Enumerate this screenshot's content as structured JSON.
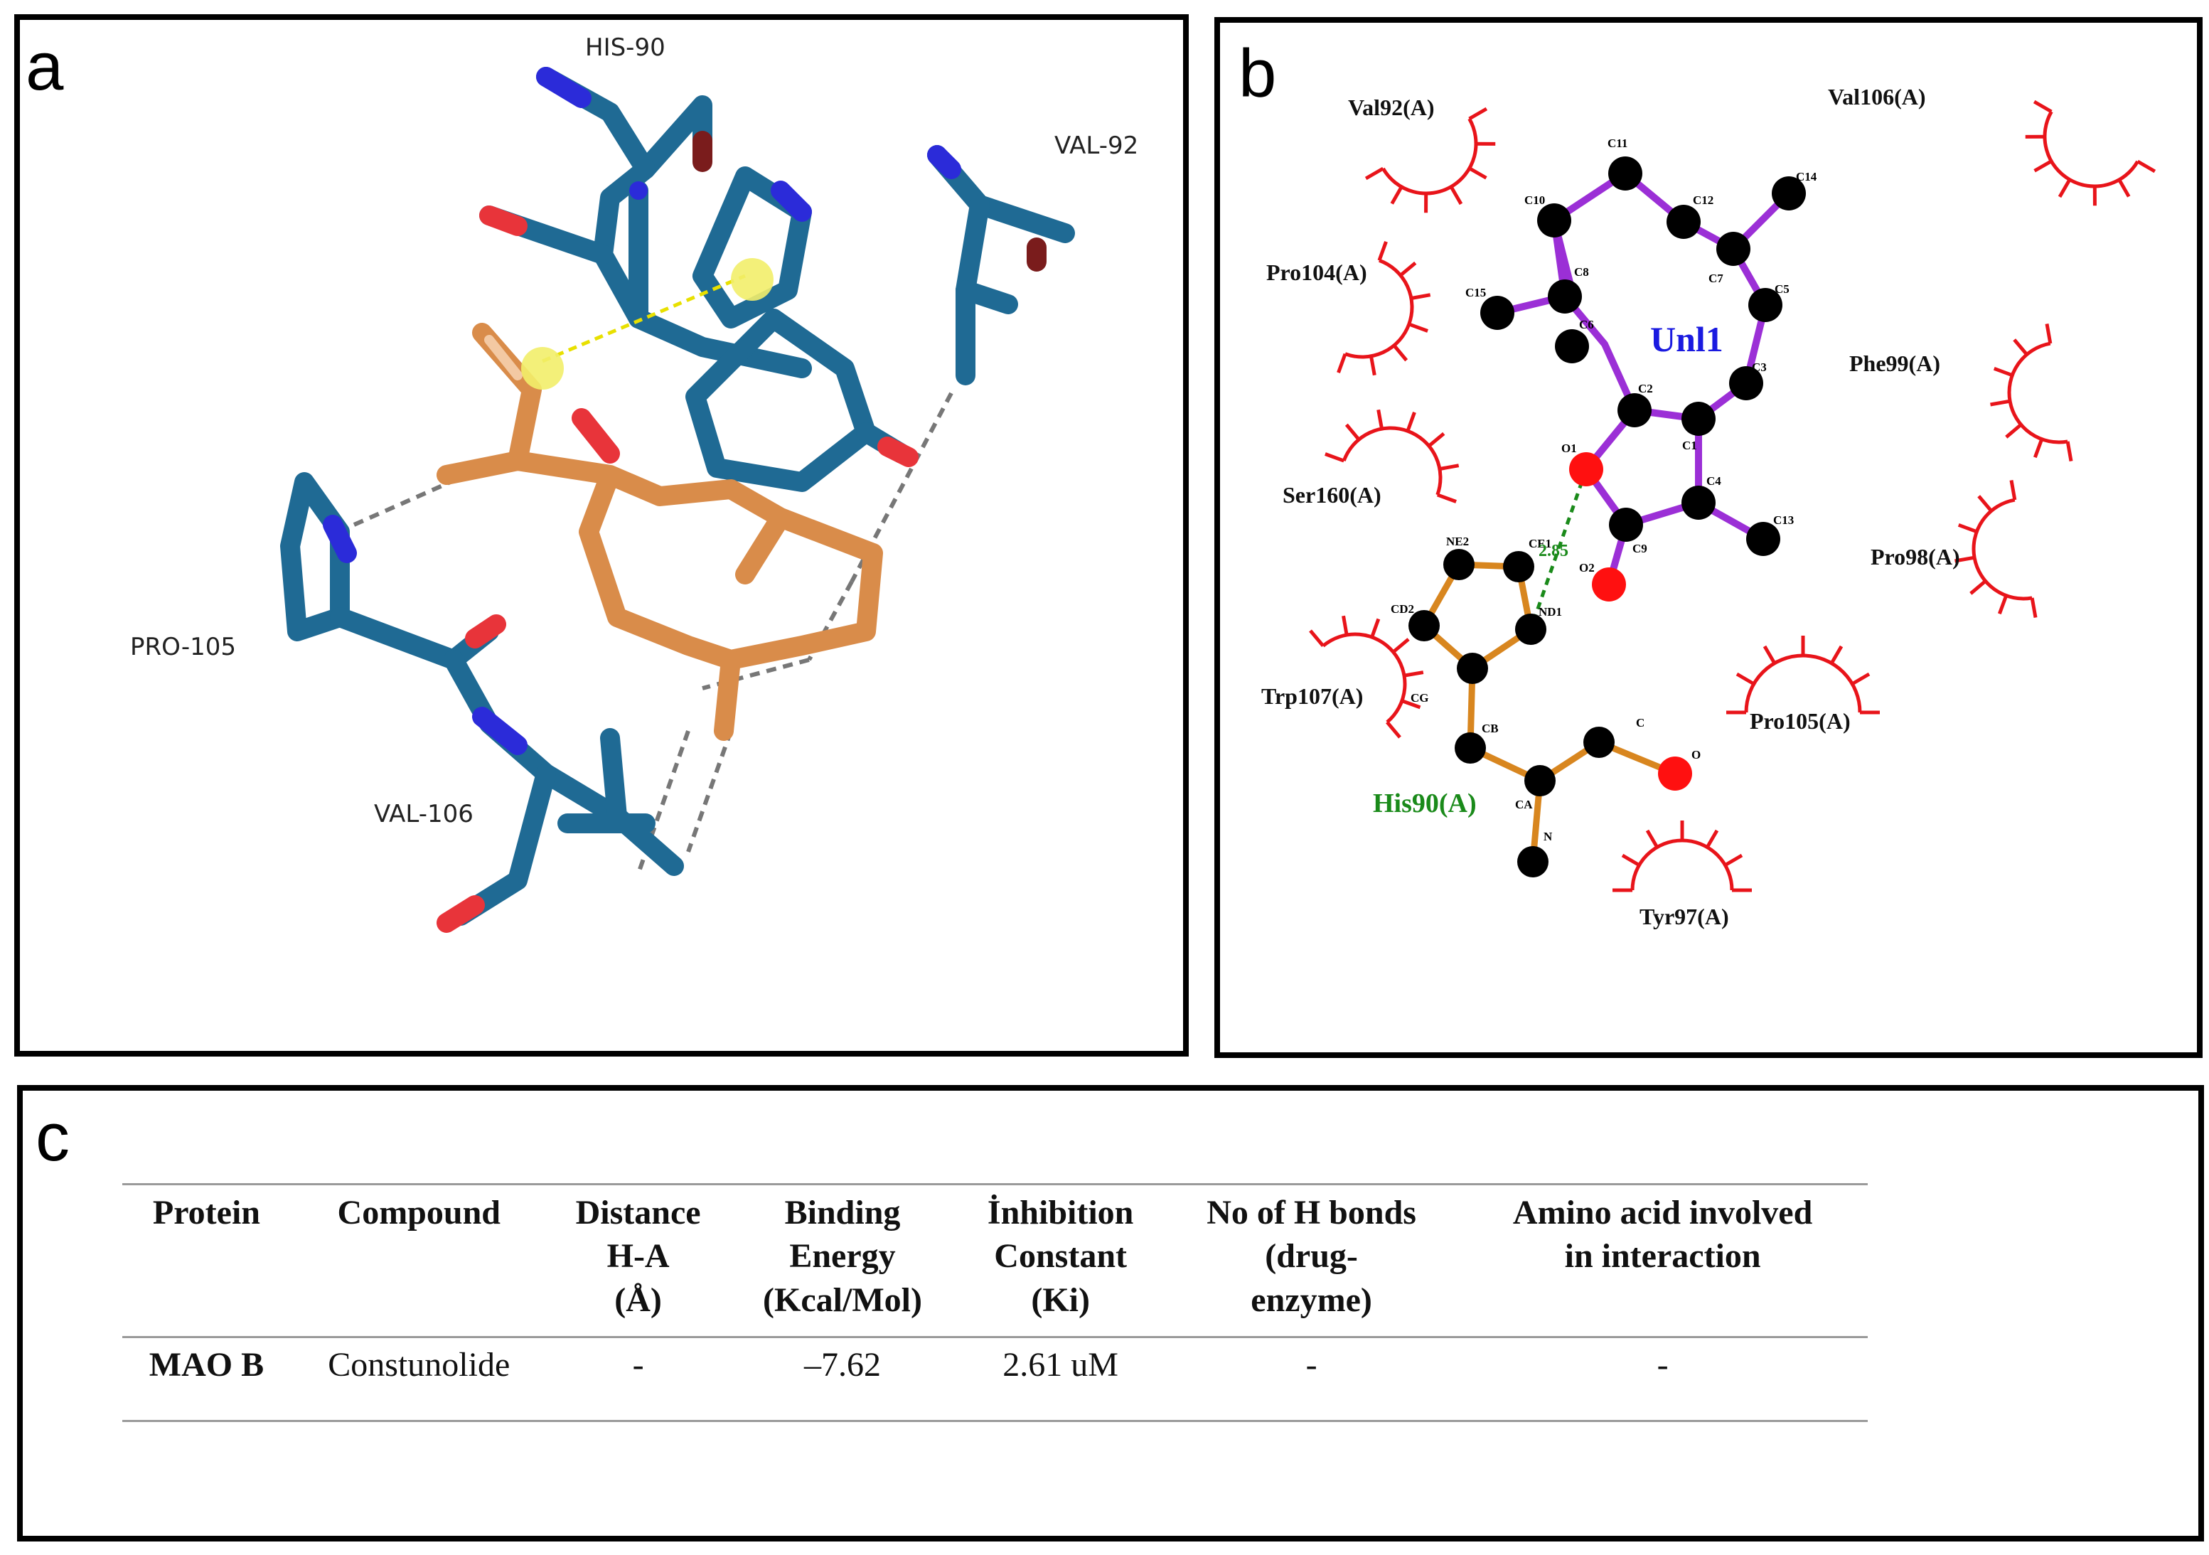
{
  "panels": {
    "a": {
      "letter": "a",
      "residue_labels": [
        "HIS-90",
        "VAL-92",
        "PRO-105",
        "VAL-106"
      ],
      "colors": {
        "protein": "#1f6a94",
        "ligand": "#d98c4a",
        "oxygen": "#e8343a",
        "nitrogen": "#2b2bd9",
        "hbond": "#e8e000"
      }
    },
    "b": {
      "letter": "b",
      "ligand_name": "Unl1",
      "hbond_residue": "His90(A)",
      "hbond_distance": "2.85",
      "hydrophobic_residues": [
        "Val92(A)",
        "Val106(A)",
        "Pro104(A)",
        "Phe99(A)",
        "Ser160(A)",
        "Pro98(A)",
        "Trp107(A)",
        "Pro105(A)",
        "Tyr97(A)"
      ],
      "ligand_atoms": [
        "C11",
        "C10",
        "C12",
        "C14",
        "C8",
        "C7",
        "C5",
        "C15",
        "C6",
        "C2",
        "C3",
        "C1",
        "O1",
        "C4",
        "C9",
        "C13",
        "O2"
      ],
      "residue_atoms": [
        "NE2",
        "CE1",
        "CD2",
        "ND1",
        "CG",
        "CB",
        "C",
        "O",
        "CA",
        "N"
      ],
      "colors": {
        "ligand_bond": "#9b2fd6",
        "residue_bond": "#d8861f",
        "hydrophobic": "#e8141a",
        "ligand_label": "#1a1ae0",
        "hbond_label": "#1a8a1a"
      }
    },
    "c": {
      "letter": "c",
      "table": {
        "headers": [
          [
            "Protein"
          ],
          [
            "Compound"
          ],
          [
            "Distance",
            "H-A",
            "(Å)"
          ],
          [
            "Binding",
            "Energy",
            "(Kcal/Mol)"
          ],
          [
            "İnhibition",
            "Constant",
            "(Ki)"
          ],
          [
            "No of H bonds",
            "(drug-",
            "enzyme)"
          ],
          [
            "Amino acid involved",
            "in interaction"
          ]
        ],
        "rows": [
          [
            "MAO B",
            "Constunolide",
            "-",
            "–7.62",
            "2.61 uM",
            "-",
            "-"
          ]
        ]
      }
    }
  }
}
